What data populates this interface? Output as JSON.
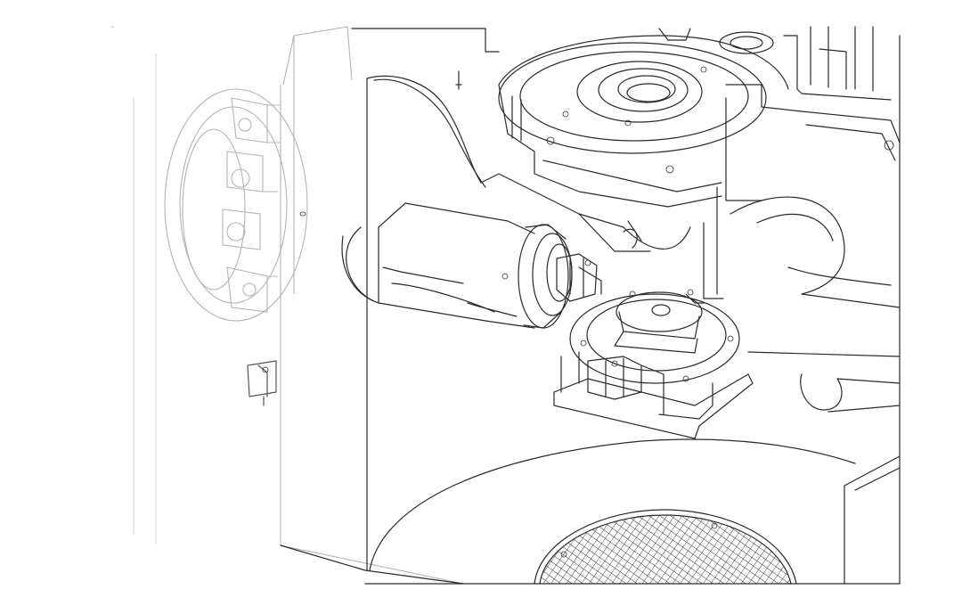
{
  "drawing": {
    "view": "isometric-line-art",
    "colors": {
      "stroke": "#2a2a2a",
      "faded_stroke": "#b4b4b4",
      "background": "#ffffff"
    },
    "components": [
      {
        "key": "upper-rotary-table",
        "icon": "rotary-table-icon"
      },
      {
        "key": "spindle-head",
        "icon": "spindle-icon"
      },
      {
        "key": "lower-rotary-fixture",
        "icon": "fixture-icon"
      },
      {
        "key": "tool-turret",
        "icon": "turret-icon"
      },
      {
        "key": "chip-drain-grate",
        "icon": "grate-icon"
      },
      {
        "key": "right-column-frame",
        "icon": "frame-icon"
      }
    ]
  }
}
